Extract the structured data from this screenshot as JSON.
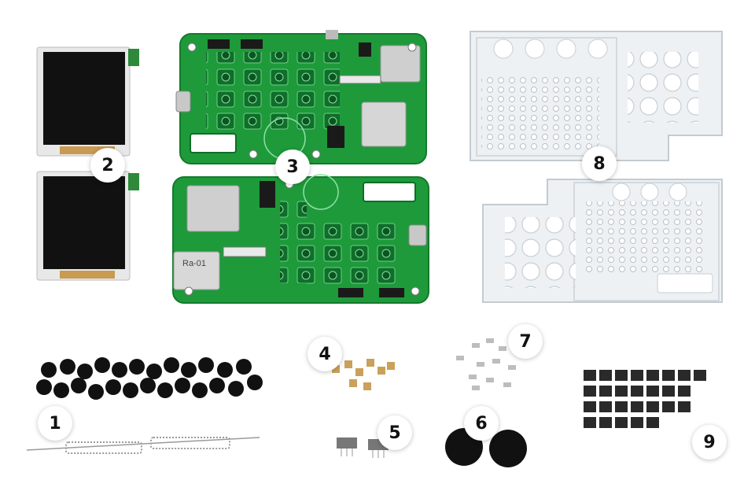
{
  "colors": {
    "pcb_green": "#1e9a3a",
    "screen_black": "#111111",
    "acrylic": "#eef1f3",
    "module_silver": "#cfcfcf",
    "brass": "#c9a15a"
  },
  "parts": [
    {
      "label": "1",
      "name": "button-caps-and-antenna-springs"
    },
    {
      "label": "2",
      "name": "lcd-screens"
    },
    {
      "label": "3",
      "name": "pcb-boards"
    },
    {
      "label": "4",
      "name": "brass-standoffs"
    },
    {
      "label": "5",
      "name": "slide-switches"
    },
    {
      "label": "6",
      "name": "buzzers"
    },
    {
      "label": "7",
      "name": "screws"
    },
    {
      "label": "8",
      "name": "acrylic-cases"
    },
    {
      "label": "9",
      "name": "tactile-buttons"
    }
  ],
  "modules": {
    "ra01_label": "Ra-01"
  }
}
